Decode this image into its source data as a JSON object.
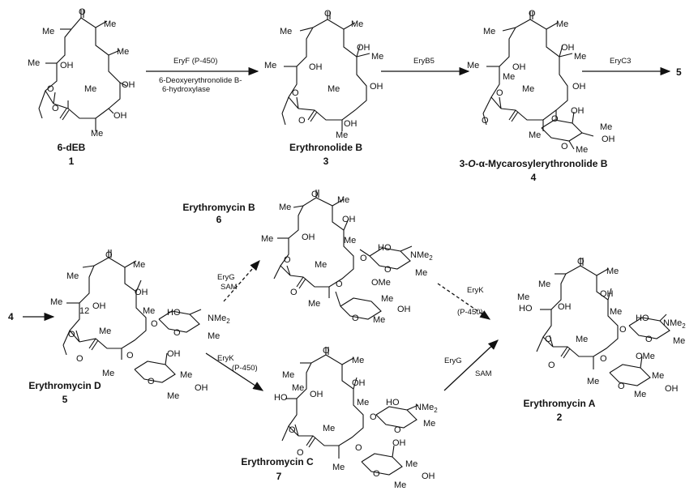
{
  "atoms": {
    "o": "O",
    "oh": "OH",
    "ho": "HO",
    "me": "Me",
    "ome": "OMe",
    "nme2": "NMe",
    "nme2_sub": "2"
  },
  "compounds": [
    {
      "key": "deb",
      "name": "6-dEB",
      "number": "1"
    },
    {
      "key": "eryb_lactone",
      "name": "Erythronolide B",
      "number": "3"
    },
    {
      "key": "mycarosyl",
      "name_pre": "3-",
      "name_o": "O",
      "name_mid": "-α-",
      "name_post": "Mycarosylerythronolide B",
      "number": "4"
    },
    {
      "key": "erythromycin_b",
      "name": "Erythromycin B",
      "number": "6"
    },
    {
      "key": "erythromycin_d",
      "name": "Erythromycin D",
      "number": "5"
    },
    {
      "key": "erythromycin_c",
      "name": "Erythromycin C",
      "number": "7"
    },
    {
      "key": "erythromycin_a",
      "name": "Erythromycin A",
      "number": "2"
    }
  ],
  "steps": {
    "eryf": {
      "enzyme": "EryF  (P-450)",
      "desc_line1": "6-Deoxyerythronolide B-",
      "desc_line2": "6-hydroxylase"
    },
    "eryb5": {
      "enzyme": "EryB5"
    },
    "eryc3": {
      "enzyme": "EryC3",
      "product": "5"
    },
    "input4": {
      "start": "4"
    },
    "eryg_top": {
      "enzyme": "EryG",
      "cofactor": "SAM"
    },
    "eryk_bottom": {
      "enzyme": "EryK",
      "cofactor": "(P-450)"
    },
    "eryk_top": {
      "enzyme": "EryK",
      "cofactor": "(P-450)"
    },
    "eryg_bottom": {
      "enzyme": "EryG",
      "cofactor": "SAM"
    }
  },
  "position_label": "12"
}
